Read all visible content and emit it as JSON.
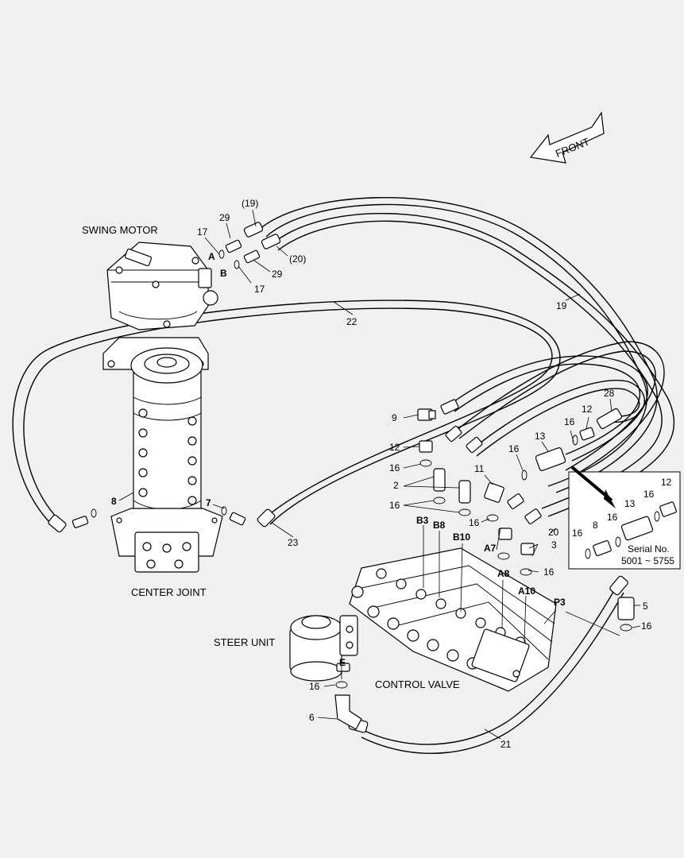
{
  "labels": {
    "swing_motor": "SWING MOTOR",
    "center_joint": "CENTER JOINT",
    "steer_unit": "STEER UNIT",
    "control_valve": "CONTROL VALVE",
    "front": "FRONT",
    "serial_title": "Serial No.",
    "serial_range": "5001 ~ 5755"
  },
  "callouts": {
    "c19p": "(19)",
    "c20p": "(20)",
    "c29a": "29",
    "c29b": "29",
    "c17a": "17",
    "c17b": "17",
    "cA": "A",
    "cB": "B",
    "c22": "22",
    "c19": "19",
    "c28": "28",
    "c12a": "12",
    "c16a": "16",
    "c9": "9",
    "c12b": "12",
    "c16b": "16",
    "c13": "13",
    "c16c": "16",
    "c11": "11",
    "c2": "2",
    "c16d": "16",
    "c16e": "16",
    "c12c": "12",
    "c16f": "16",
    "c13b": "13",
    "c16g": "16",
    "c8b": "8",
    "c16h": "16",
    "c8": "8",
    "c7": "7",
    "c23": "23",
    "cB3": "B3",
    "cB8": "B8",
    "cB10": "B10",
    "cA7": "A7",
    "cA8": "A8",
    "cA10": "A10",
    "cP3": "P3",
    "c20": "20",
    "c3": "3",
    "c16i": "16",
    "c5": "5",
    "c16j": "16",
    "cE": "E",
    "c16k": "16",
    "c6": "6",
    "c21": "21"
  }
}
